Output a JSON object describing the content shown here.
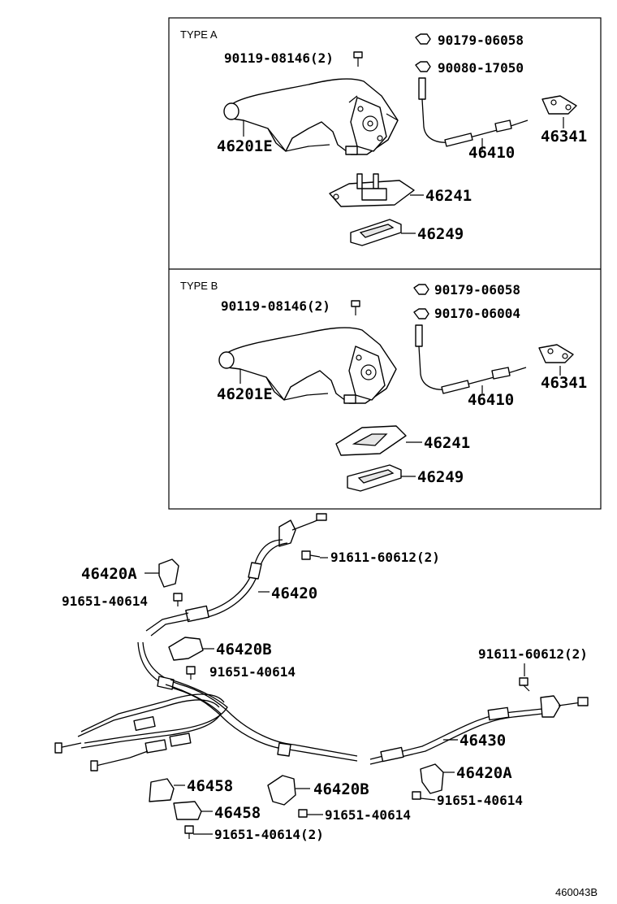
{
  "panels": {
    "type_a": {
      "title": "TYPE A",
      "labels": {
        "bolt": "90119-08146(2)",
        "nut_top": "90179-06058",
        "nut_mid": "90080-17050",
        "lever": "46201E",
        "cable": "46410",
        "bracket": "46341",
        "base": "46241",
        "boot": "46249"
      }
    },
    "type_b": {
      "title": "TYPE B",
      "labels": {
        "bolt": "90119-08146(2)",
        "nut_top": "90179-06058",
        "nut_mid": "90170-06004",
        "lever": "46201E",
        "cable": "46410",
        "bracket": "46341",
        "base": "46241",
        "boot": "46249"
      }
    }
  },
  "lower": {
    "bolt_top": "91611-60612(2)",
    "clamp_left": "46420A",
    "bolt_left": "91651-40614",
    "cable_left": "46420",
    "clamp_mid": "46420B",
    "bolt_mid": "91651-40614",
    "bolt_right": "91611-60612(2)",
    "cable_right": "46430",
    "clip_1": "46458",
    "clamp_mid2": "46420B",
    "clamp_right": "46420A",
    "clip_2": "46458",
    "bolt_mid2": "91651-40614",
    "bolt_right2": "91651-40614",
    "bolt_bottom": "91651-40614(2)"
  },
  "diagram_code": "460043B"
}
